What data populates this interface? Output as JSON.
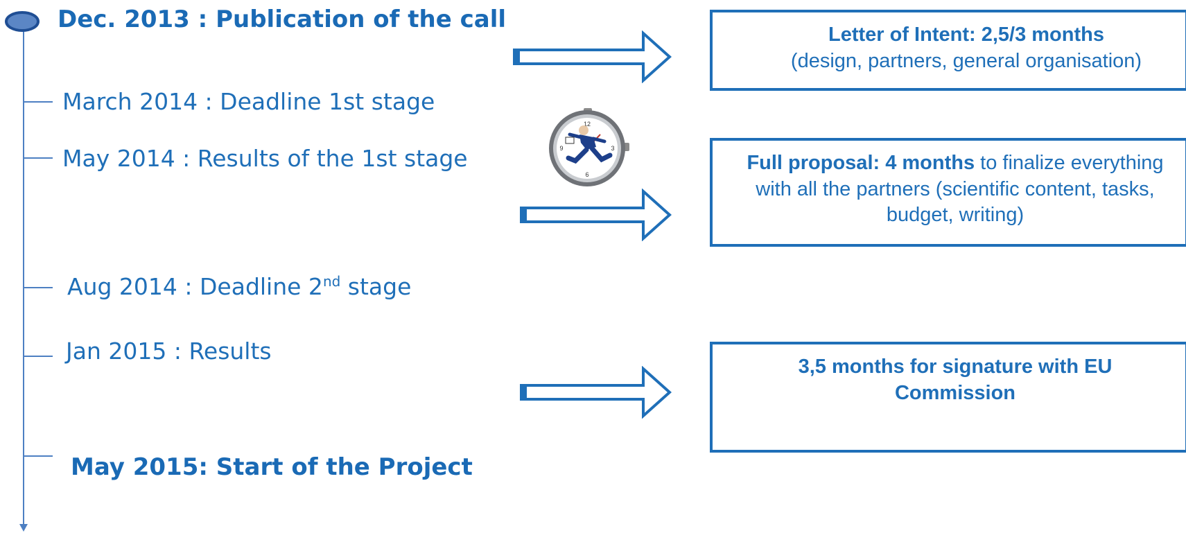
{
  "timeline": {
    "events": [
      {
        "label": "Dec. 2013 : Publication of the call"
      },
      {
        "label": "March 2014 : Deadline 1st stage"
      },
      {
        "label": "May 2014 : Results of the 1st stage"
      },
      {
        "label_pre": "Aug 2014 : Deadline 2",
        "label_sup": "nd",
        "label_post": " stage"
      },
      {
        "label": "Jan 2015 : Results"
      },
      {
        "label": "May 2015: Start of the Project"
      }
    ]
  },
  "boxes": [
    {
      "bold": "Letter of Intent: 2,5/3 months",
      "text": "(design, partners, general organisation)"
    },
    {
      "bold": "Full proposal: 4 months",
      "text": " to finalize everything with all the partners (scientific content, tasks, budget, writing)"
    },
    {
      "bold": "3,5 months for signature with EU Commission",
      "text": ""
    }
  ],
  "colors": {
    "accent": "#1f6fb8",
    "marker_fill": "#5b86c5"
  },
  "icons": {
    "clock": "running-man-clock-icon"
  }
}
